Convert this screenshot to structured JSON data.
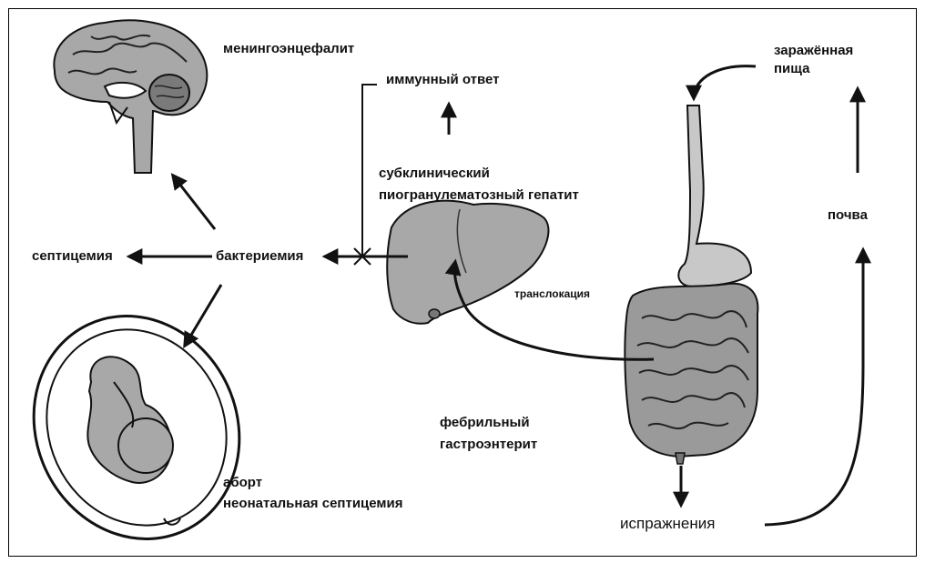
{
  "labels": {
    "meningoencephalitis": "менингоэнцефалит",
    "immune_response": "иммунный ответ",
    "contaminated_food_line1": "заражённая",
    "contaminated_food_line2": "пища",
    "hepatitis_line1": "субклинический",
    "hepatitis_line2": "пиогранулематозный гепатит",
    "soil": "почва",
    "septicemia": "септицемия",
    "bacteremia": "бактериемия",
    "translocation": "транслокация",
    "gastroenteritis_line1": "фебрильный",
    "gastroenteritis_line2": "гастроэнтерит",
    "abortion_line1": "аборт",
    "abortion_line2": "неонатальная септицемия",
    "feces": "испражнения"
  },
  "colors": {
    "organ_fill": "#a8a8a8",
    "stroke": "#111111"
  }
}
